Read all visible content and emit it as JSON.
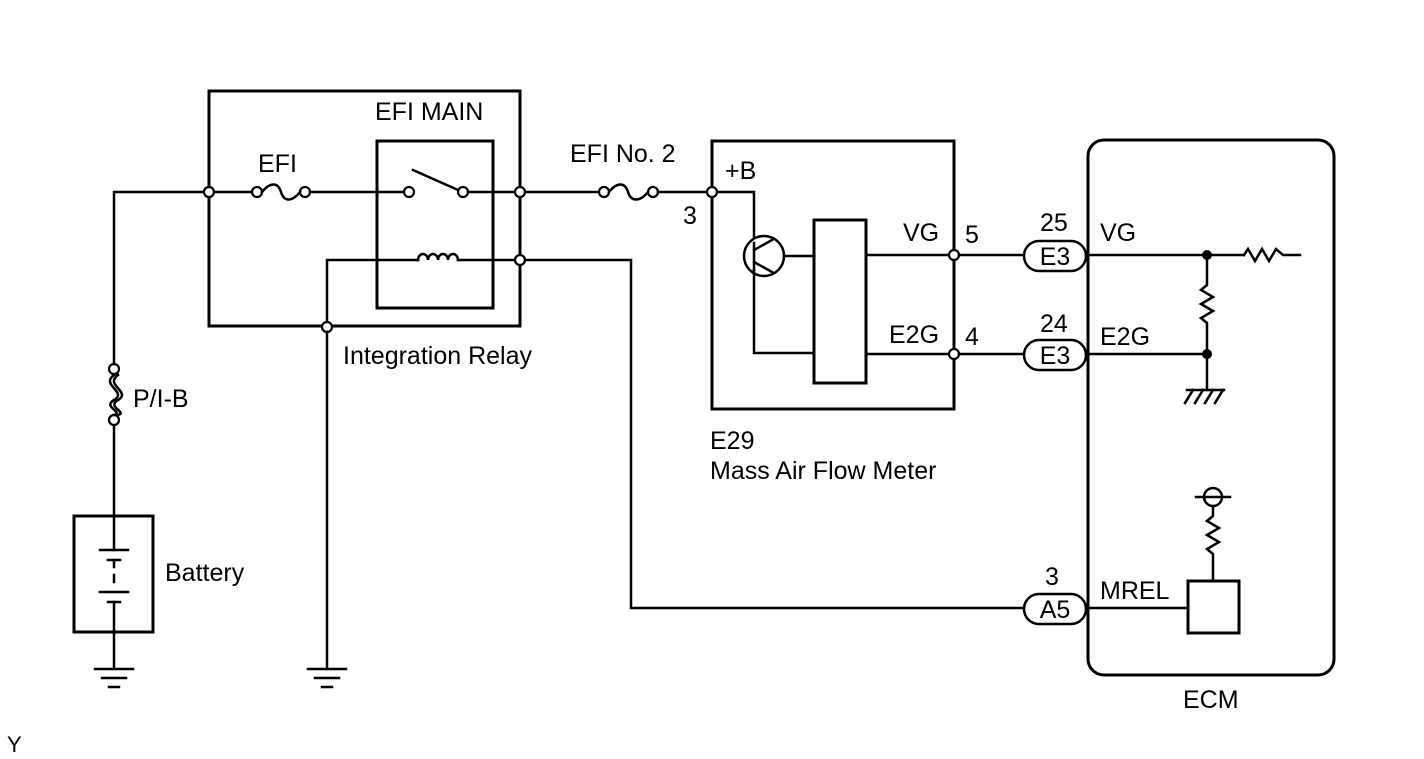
{
  "labels": {
    "efi_main": "EFI MAIN",
    "efi": "EFI",
    "efi_no2": "EFI No. 2",
    "integration_relay": "Integration Relay",
    "pib": "P/I-B",
    "battery": "Battery",
    "plus_b": "+B",
    "pin3_maf": "3",
    "vg_maf": "VG",
    "pin5": "5",
    "e2g_maf": "E2G",
    "pin4": "4",
    "e29": "E29",
    "maf_name": "Mass Air Flow Meter",
    "pin25": "25",
    "conn_e3_top": "E3",
    "vg_ecm": "VG",
    "pin24": "24",
    "conn_e3_bottom": "E3",
    "e2g_ecm": "E2G",
    "pin3_ecm": "3",
    "conn_a5": "A5",
    "mrel": "MREL",
    "ecm": "ECM",
    "corner_code": "Y"
  }
}
